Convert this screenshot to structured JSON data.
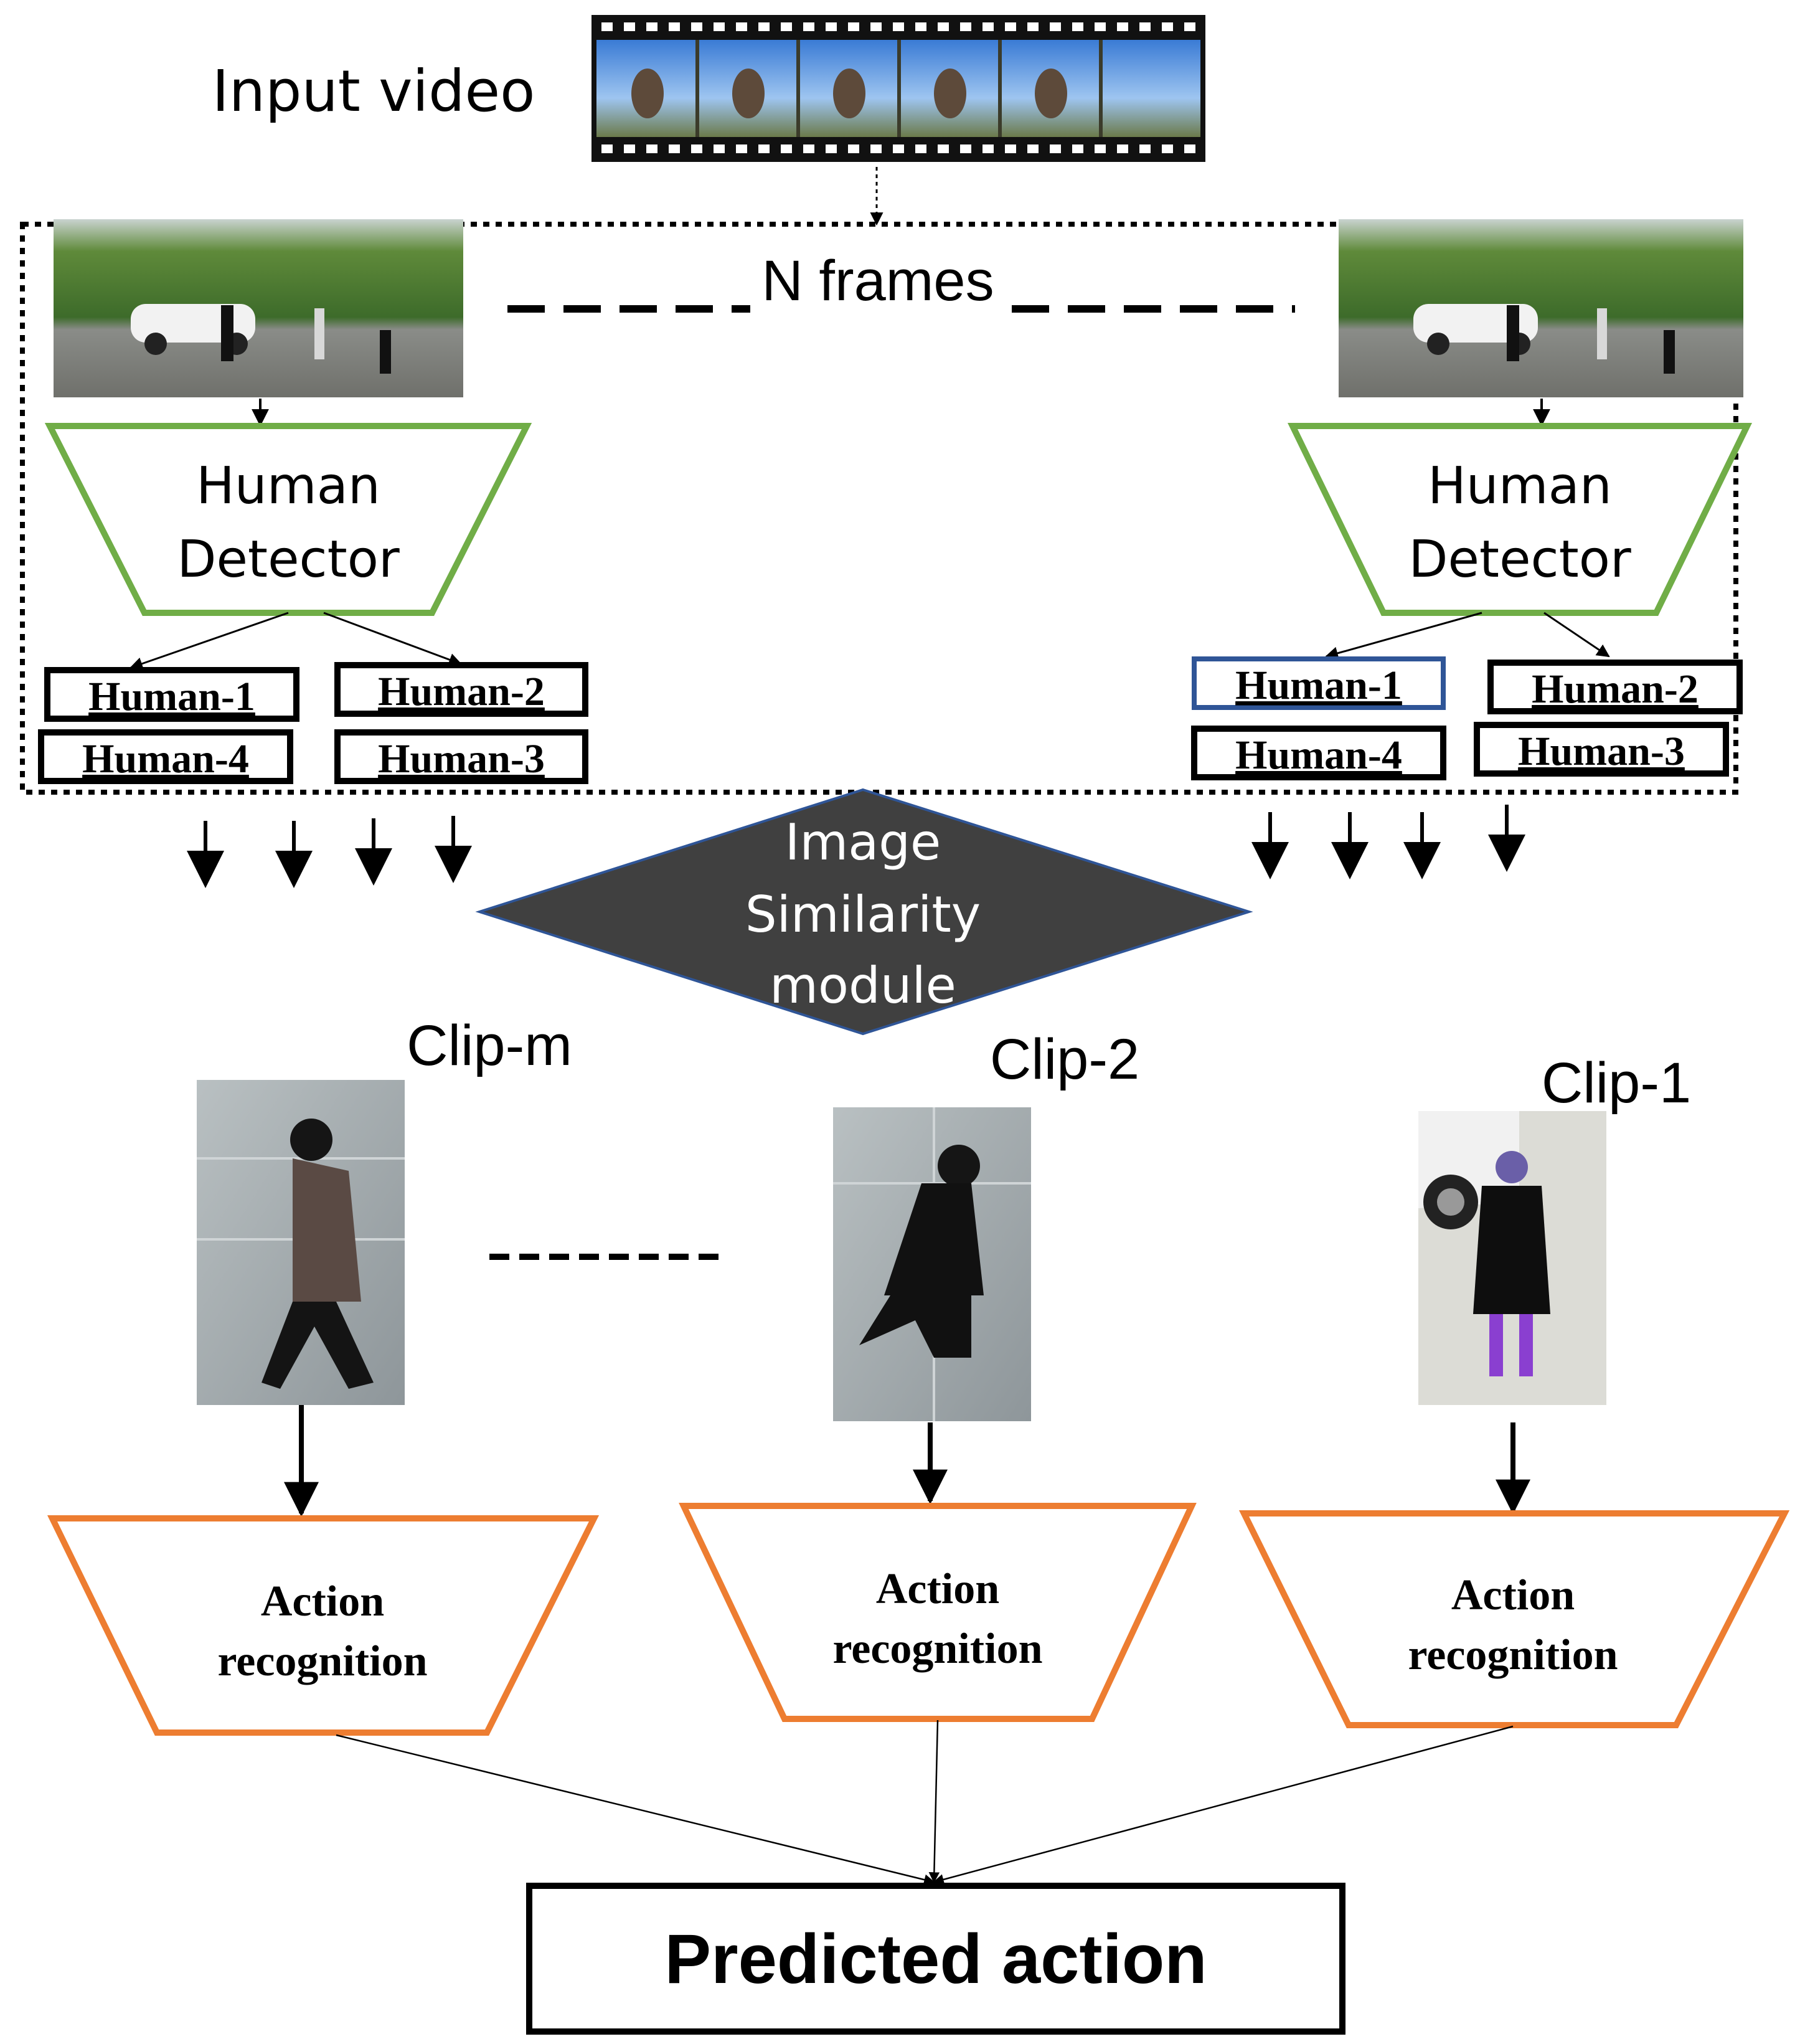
{
  "input": {
    "label": "Input video"
  },
  "frames": {
    "label": "N frames"
  },
  "detectors": [
    {
      "line1": "Human",
      "line2": "Detector"
    },
    {
      "line1": "Human",
      "line2": "Detector"
    }
  ],
  "humans_left": [
    "Human-1",
    "Human-2",
    "Human-4",
    "Human-3"
  ],
  "humans_right": [
    "Human-1",
    "Human-2",
    "Human-4",
    "Human-3"
  ],
  "similarity": {
    "line1": "Image",
    "line2": "Similarity",
    "line3": "module"
  },
  "clips": [
    "Clip-m",
    "Clip-2",
    "Clip-1"
  ],
  "action": {
    "line1": "Action",
    "line2": "recognition"
  },
  "output": {
    "label": "Predicted action"
  },
  "colors": {
    "detector_border": "#70ad47",
    "action_border": "#ed7d31",
    "diamond_fill": "#404040",
    "diamond_border": "#2f5597",
    "human1_right_border": "#2f5597"
  }
}
